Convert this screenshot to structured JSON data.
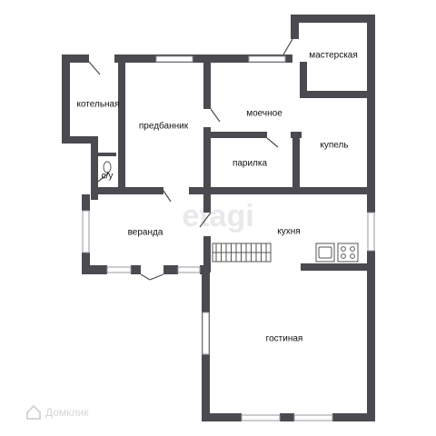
{
  "rooms": {
    "masterskaya": "мастерская",
    "kotelnaya": "котельная",
    "predbannik": "предбанник",
    "moechnoe": "моечное",
    "kupel": "купель",
    "parilka": "парилка",
    "su": "с/у",
    "veranda": "веранда",
    "kuhnya": "кухня",
    "gostinaya": "гостиная"
  },
  "watermark": "etagi",
  "brand": {
    "name": "Домклик",
    "icon": "domclick-logo-icon"
  },
  "colors": {
    "wall": "#4a4a50",
    "window": "#9a9aa0",
    "fixture": "#555555",
    "background": "#ffffff"
  }
}
